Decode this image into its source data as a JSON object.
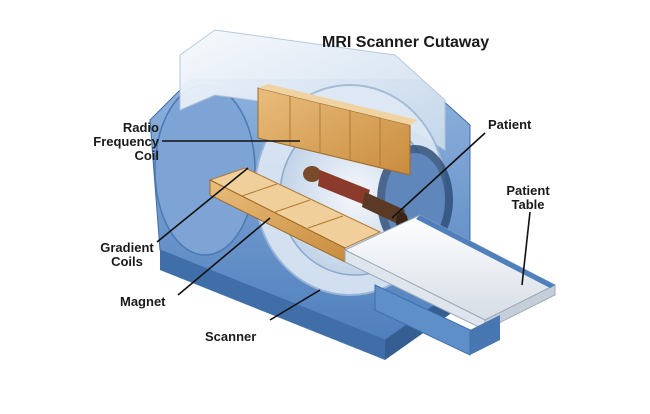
{
  "title": "MRI Scanner Cutaway",
  "labels": {
    "rf_coil": [
      "Radio",
      "Frequency",
      "Coil"
    ],
    "gradient": [
      "Gradient",
      "Coils"
    ],
    "magnet": "Magnet",
    "scanner": "Scanner",
    "patient": "Patient",
    "patient_table": [
      "Patient",
      "Table"
    ]
  },
  "colors": {
    "housing_blue": "#5f8fc9",
    "housing_light": "#cfe0f2",
    "shell_white": "#eef3f8",
    "coil_tan": "#d9a25a",
    "table_white": "#f3f4f6"
  }
}
